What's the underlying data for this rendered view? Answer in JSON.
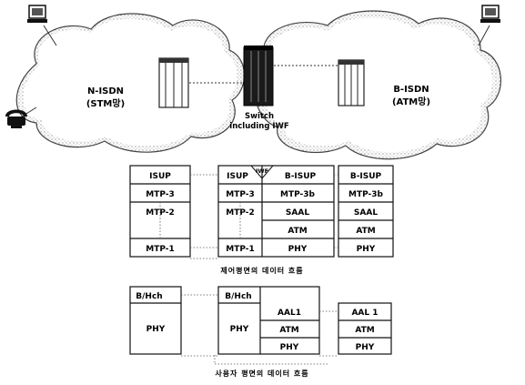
{
  "network": {
    "left_cloud": {
      "name": "N-ISDN",
      "sub": "(STM망)"
    },
    "right_cloud": {
      "name": "B-ISDN",
      "sub": "(ATM망)"
    },
    "switch_label_1": "Switch",
    "switch_label_2": "including IWF"
  },
  "control_plane": {
    "caption": "제어평면의 데이터 흐름",
    "iwf_label": "IWF",
    "left_stack": [
      "ISUP",
      "MTP-3",
      "MTP-2",
      "",
      "MTP-1"
    ],
    "switch_left_stack": [
      "ISUP",
      "MTP-3",
      "MTP-2",
      "",
      "MTP-1"
    ],
    "switch_right_stack": [
      "B-ISUP",
      "MTP-3b",
      "SAAL",
      "ATM",
      "PHY"
    ],
    "right_stack": [
      "B-ISUP",
      "MTP-3b",
      "SAAL",
      "ATM",
      "PHY"
    ]
  },
  "user_plane": {
    "caption": "사용자 평면의 데이터 흐름",
    "left_stack": [
      "B/Hch",
      "PHY"
    ],
    "switch_left_stack": [
      "B/Hch",
      "PHY"
    ],
    "switch_right_stack": [
      "AAL1",
      "ATM",
      "PHY"
    ],
    "right_stack": [
      "AAL 1",
      "ATM",
      "PHY"
    ]
  }
}
